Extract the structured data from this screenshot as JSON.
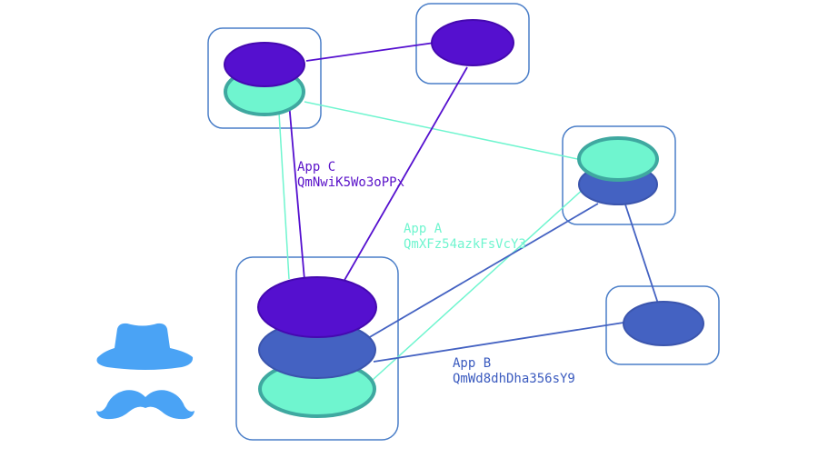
{
  "colors": {
    "app_a": "#6ff5cf",
    "app_b": "#4462c2",
    "app_c": "#5510cf",
    "box_border": "#4a7ec8",
    "app_a_text": "#6ff5cf",
    "app_b_text": "#3b5bbf",
    "app_c_text": "#5a12c9",
    "icon": "#4aa3f5"
  },
  "apps": {
    "a": {
      "name": "App A",
      "hash": "QmXFz54azkFsVcY3"
    },
    "b": {
      "name": "App B",
      "hash": "QmWd8dhDha356sY9"
    },
    "c": {
      "name": "App C",
      "hash": "QmNwiK5Wo3oPPx"
    }
  },
  "icons": [
    "hat-icon",
    "mustache-icon"
  ]
}
